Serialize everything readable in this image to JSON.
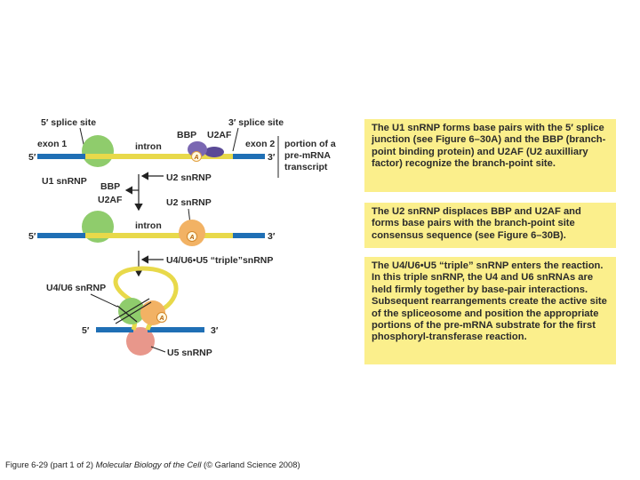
{
  "diagram": {
    "labels": {
      "five_prime_splice_site": "5′ splice site",
      "three_prime_splice_site": "3′ splice site",
      "exon1": "exon 1",
      "exon2": "exon 2",
      "intron": "intron",
      "intron_2": "intron",
      "bbp": "BBP",
      "u2af": "U2AF",
      "five_prime": "5′",
      "three_prime": "3′",
      "five_prime_2": "5′",
      "three_prime_2": "3′",
      "five_prime_3": "5′",
      "three_prime_3": "3′",
      "u1_snrnp": "U1 snRNP",
      "bbp_released": "BBP",
      "u2af_released": "U2AF",
      "u2_snrnp_arrow": "U2 snRNP",
      "u2_snrnp": "U2 snRNP",
      "triple_snrnp": "U4/U6•U5 “triple”snRNP",
      "u4u6_snrnp": "U4/U6 snRNP",
      "u5_snrnp": "U5 snRNP",
      "branch_a": "A",
      "branch_a_2": "A",
      "branch_a_3": "A",
      "transcript_label_1": "portion of a",
      "transcript_label_2": "pre-mRNA",
      "transcript_label_3": "transcript"
    },
    "colors": {
      "exon": "#1f6fb5",
      "intron": "#e8d94a",
      "u1": "#8fcc6c",
      "u2": "#f2b264",
      "u5": "#e8978b",
      "bbp": "#7a67b2",
      "note_bg": "#fbef8c"
    }
  },
  "notes": [
    {
      "text": "The U1 snRNP forms base pairs with the 5′ splice junction (see Figure 6–30A) and the BBP (branch-point binding protein) and U2AF (U2 auxilliary factor) recognize the branch-point site."
    },
    {
      "text": "The U2 snRNP displaces BBP and U2AF and forms base pairs with the branch-point site consensus sequence (see Figure 6–30B)."
    },
    {
      "text": "The U4/U6•U5 “triple” snRNP enters the reaction. In this triple snRNP, the U4 and U6 snRNAs are held firmly together by base-pair interactions. Subsequent rearrangements create the active site of the spliceosome and position the appropriate portions of the pre-mRNA substrate for the first phosphoryl-transferase reaction."
    }
  ],
  "caption": {
    "prefix": "Figure 6-29 (part 1 of 2)",
    "book": "Molecular Biology of the Cell",
    "suffix": "(© Garland Science 2008)"
  }
}
